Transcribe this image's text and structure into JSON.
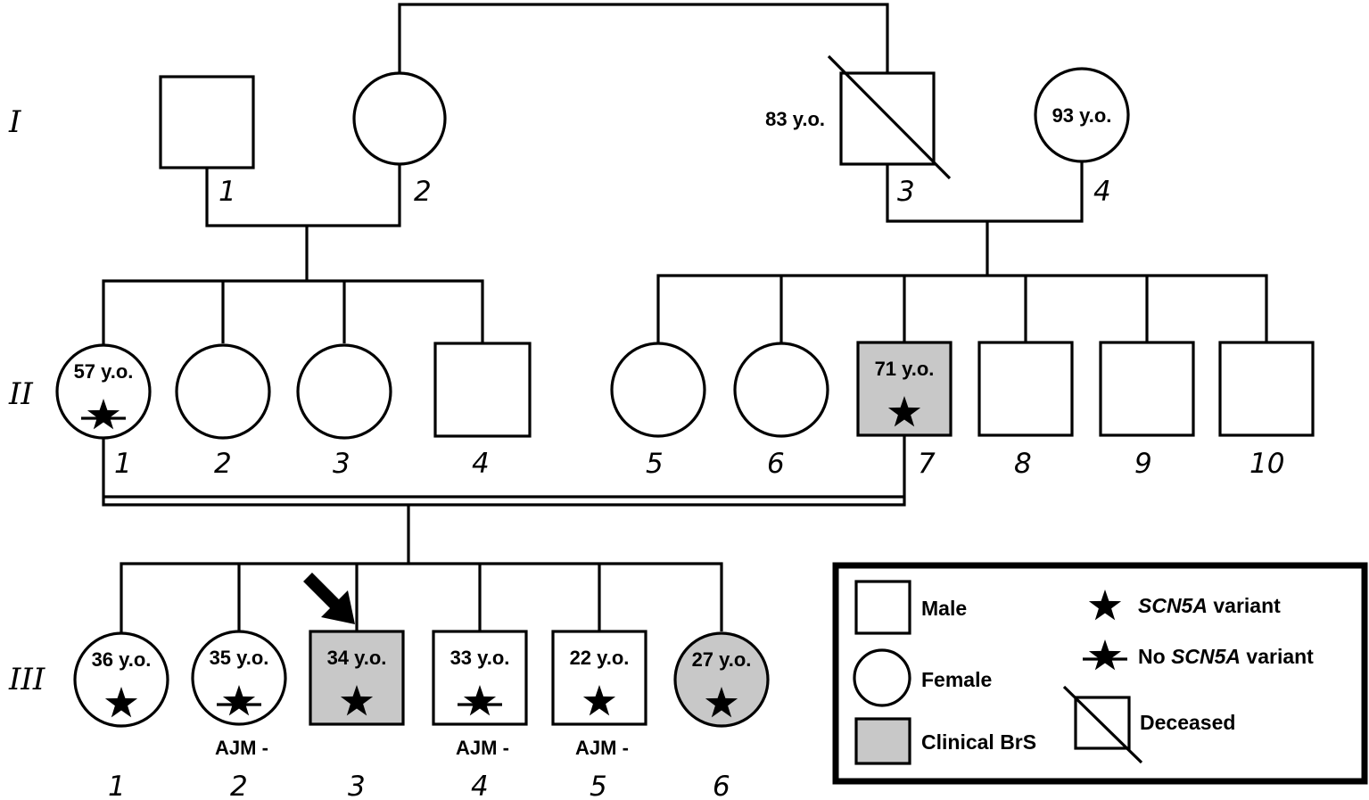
{
  "generations": [
    "I",
    "II",
    "III"
  ],
  "colors": {
    "affected": "#c8c8c8",
    "unaffected": "#ffffff",
    "line": "#000000"
  },
  "individuals": {
    "I1": {
      "number": "1",
      "sex": "male",
      "affected": false,
      "deceased": false,
      "age": "",
      "variant": "none",
      "note": ""
    },
    "I2": {
      "number": "2",
      "sex": "female",
      "affected": false,
      "deceased": false,
      "age": "",
      "variant": "none",
      "note": ""
    },
    "I3": {
      "number": "3",
      "sex": "male",
      "affected": false,
      "deceased": true,
      "age": "83 y.o.",
      "variant": "none",
      "note": ""
    },
    "I4": {
      "number": "4",
      "sex": "female",
      "affected": false,
      "deceased": false,
      "age": "93 y.o.",
      "variant": "none",
      "note": ""
    },
    "II1": {
      "number": "1",
      "sex": "female",
      "affected": false,
      "deceased": false,
      "age": "57 y.o.",
      "variant": "absent",
      "note": ""
    },
    "II2": {
      "number": "2",
      "sex": "female",
      "affected": false,
      "deceased": false,
      "age": "",
      "variant": "none",
      "note": ""
    },
    "II3": {
      "number": "3",
      "sex": "female",
      "affected": false,
      "deceased": false,
      "age": "",
      "variant": "none",
      "note": ""
    },
    "II4": {
      "number": "4",
      "sex": "male",
      "affected": false,
      "deceased": false,
      "age": "",
      "variant": "none",
      "note": ""
    },
    "II5": {
      "number": "5",
      "sex": "female",
      "affected": false,
      "deceased": false,
      "age": "",
      "variant": "none",
      "note": ""
    },
    "II6": {
      "number": "6",
      "sex": "female",
      "affected": false,
      "deceased": false,
      "age": "",
      "variant": "none",
      "note": ""
    },
    "II7": {
      "number": "7",
      "sex": "male",
      "affected": true,
      "deceased": false,
      "age": "71 y.o.",
      "variant": "present",
      "note": ""
    },
    "II8": {
      "number": "8",
      "sex": "male",
      "affected": false,
      "deceased": false,
      "age": "",
      "variant": "none",
      "note": ""
    },
    "II9": {
      "number": "9",
      "sex": "male",
      "affected": false,
      "deceased": false,
      "age": "",
      "variant": "none",
      "note": ""
    },
    "II10": {
      "number": "10",
      "sex": "male",
      "affected": false,
      "deceased": false,
      "age": "",
      "variant": "none",
      "note": ""
    },
    "III1": {
      "number": "1",
      "sex": "female",
      "affected": false,
      "deceased": false,
      "age": "36 y.o.",
      "variant": "present",
      "note": ""
    },
    "III2": {
      "number": "2",
      "sex": "female",
      "affected": false,
      "deceased": false,
      "age": "35 y.o.",
      "variant": "absent",
      "note": "AJM -"
    },
    "III3": {
      "number": "3",
      "sex": "male",
      "affected": true,
      "deceased": false,
      "age": "34 y.o.",
      "variant": "present",
      "note": "",
      "proband": true
    },
    "III4": {
      "number": "4",
      "sex": "male",
      "affected": false,
      "deceased": false,
      "age": "33 y.o.",
      "variant": "absent",
      "note": "AJM -"
    },
    "III5": {
      "number": "5",
      "sex": "male",
      "affected": false,
      "deceased": false,
      "age": "22 y.o.",
      "variant": "present",
      "note": "AJM -"
    },
    "III6": {
      "number": "6",
      "sex": "female",
      "affected": true,
      "deceased": false,
      "age": "27 y.o.",
      "variant": "present",
      "note": ""
    }
  },
  "legend": {
    "male": "Male",
    "female": "Female",
    "affected": "Clinical BrS",
    "variant_gene": "SCN5A",
    "variant_suffix": " variant",
    "no_prefix": "No ",
    "deceased": "Deceased"
  }
}
